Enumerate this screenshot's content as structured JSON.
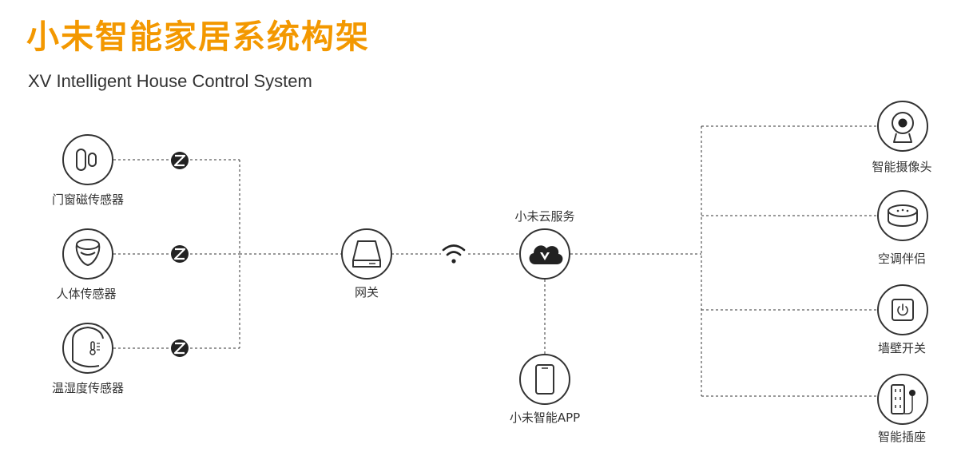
{
  "header": {
    "title": "小未智能家居系统构架",
    "subtitle": "XV Intelligent House Control System"
  },
  "colors": {
    "accent": "#f39800",
    "line": "#333333"
  },
  "sensors": [
    {
      "label": "门窗磁传感器",
      "icon": "door-window-sensor-icon"
    },
    {
      "label": "人体传感器",
      "icon": "motion-sensor-icon"
    },
    {
      "label": "温湿度传感器",
      "icon": "thermo-hygrometer-icon"
    }
  ],
  "protocol_icon": "zigbee-icon",
  "gateway": {
    "label": "网关",
    "icon": "gateway-icon"
  },
  "link_icon": "wifi-icon",
  "cloud": {
    "label": "小未云服务",
    "icon": "cloud-icon"
  },
  "app": {
    "label": "小未智能APP",
    "icon": "smartphone-icon"
  },
  "devices": [
    {
      "label": "智能摄像头",
      "icon": "camera-icon"
    },
    {
      "label": "空调伴侣",
      "icon": "ac-companion-icon"
    },
    {
      "label": "墙壁开关",
      "icon": "wall-switch-icon"
    },
    {
      "label": "智能插座",
      "icon": "smart-plug-icon"
    }
  ]
}
